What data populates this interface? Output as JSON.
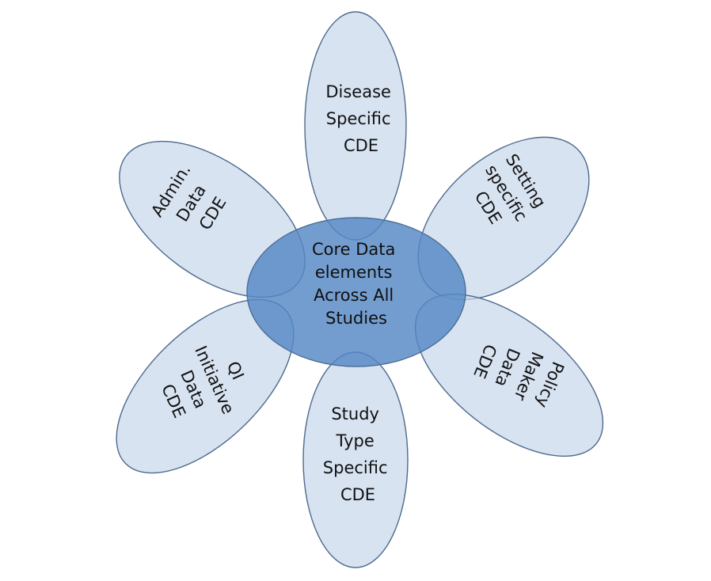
{
  "diagram": {
    "core": {
      "lines": [
        "Core Data",
        "elements",
        "Across All",
        "Studies"
      ]
    },
    "petals": [
      {
        "id": "disease",
        "lines": [
          "Disease",
          "Specific",
          "CDE"
        ]
      },
      {
        "id": "setting",
        "lines": [
          "Setting",
          "specific",
          "CDE"
        ]
      },
      {
        "id": "policy",
        "lines": [
          "Policy",
          "Maker",
          "Data",
          "CDE"
        ]
      },
      {
        "id": "study",
        "lines": [
          "Study",
          "Type",
          "Specific",
          "CDE"
        ]
      },
      {
        "id": "qi",
        "lines": [
          "QI",
          "Initiative",
          "Data",
          "CDE"
        ]
      },
      {
        "id": "admin",
        "lines": [
          "Admin.",
          "Data",
          "CDE"
        ]
      }
    ]
  },
  "colors": {
    "petal_fill": "#c5d6ec",
    "petal_stroke": "#4d6a8d",
    "core_fill": "#5488c4",
    "text": "#111111"
  }
}
